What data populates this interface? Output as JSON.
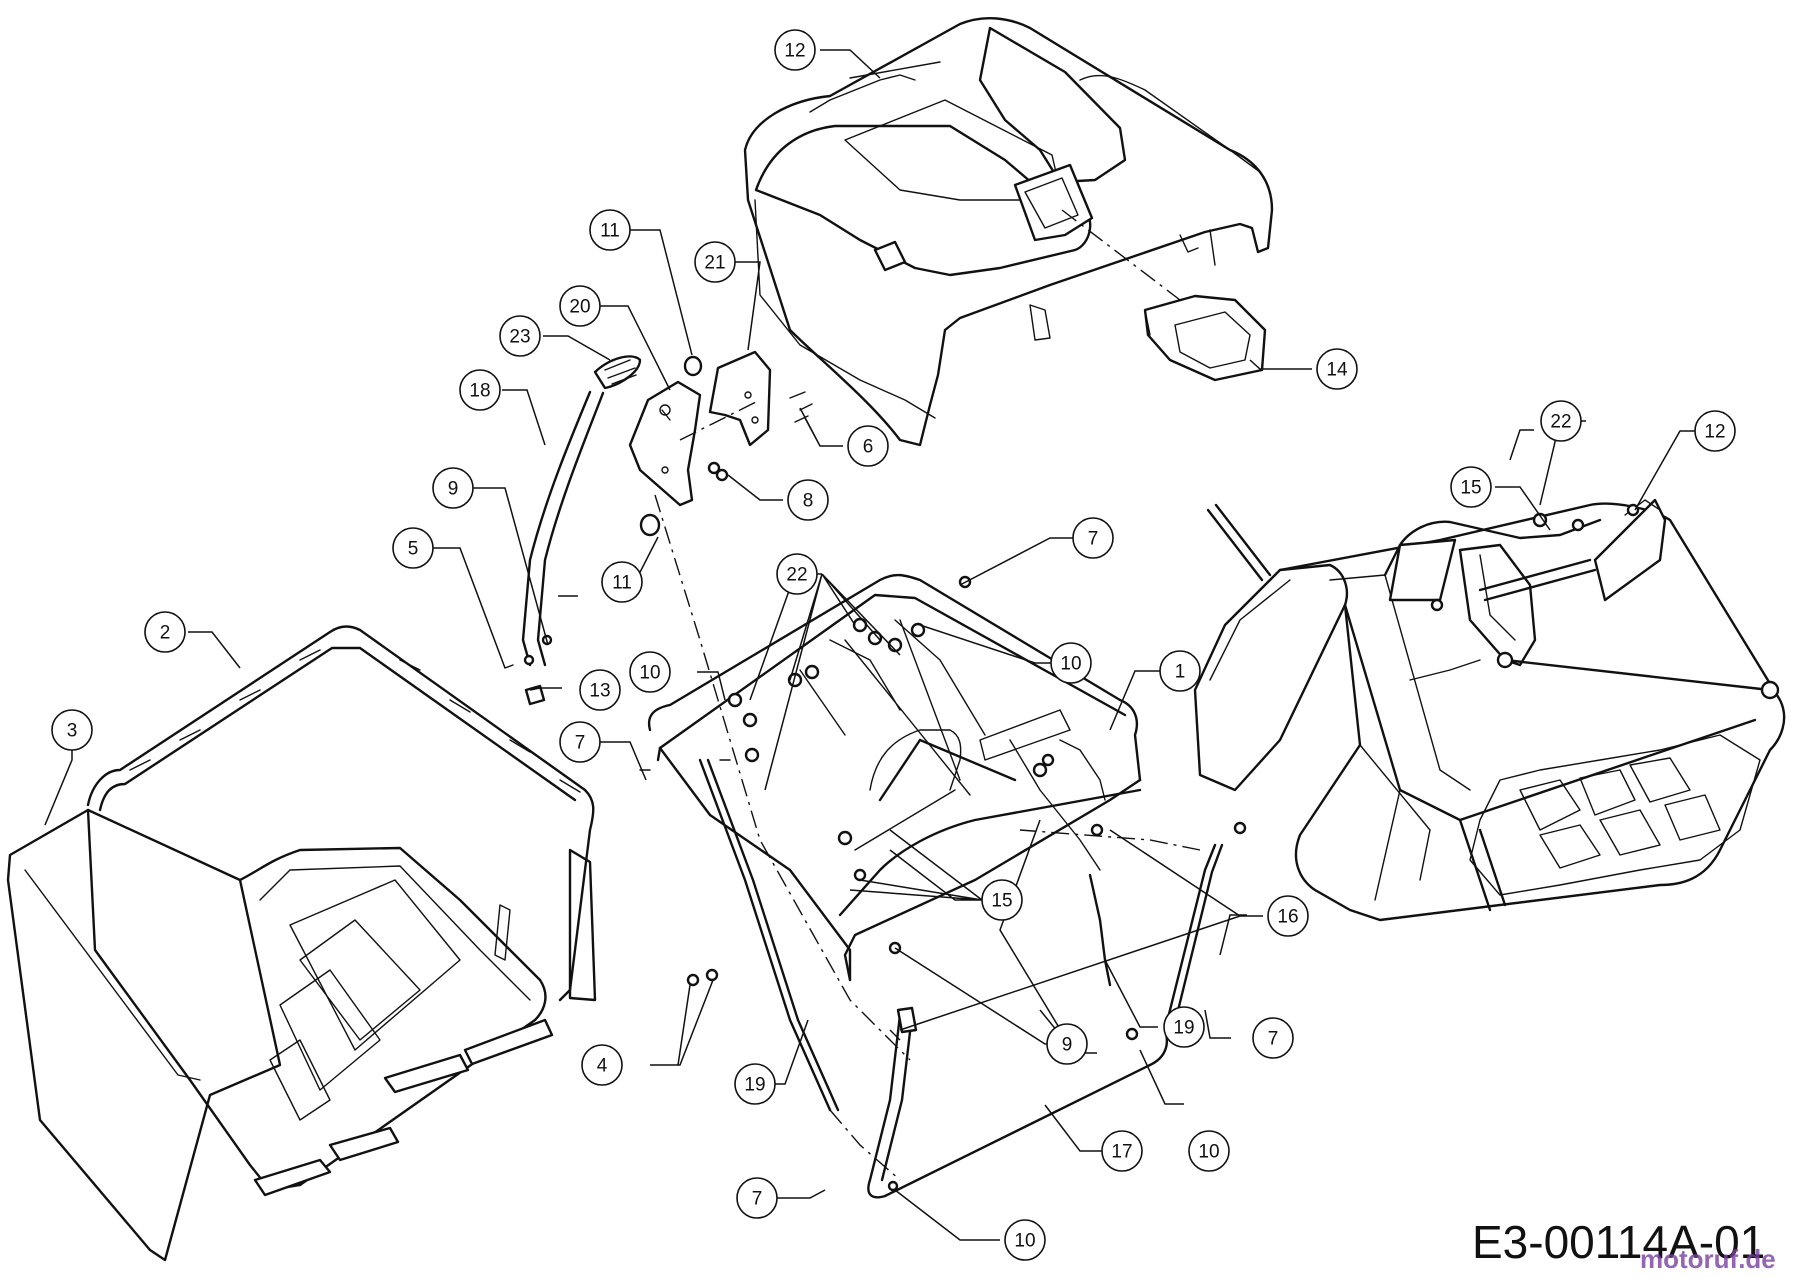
{
  "diagram_code": "E3-00114A-01",
  "watermark": "motoruf.de",
  "callouts": [
    "12",
    "11",
    "21",
    "20",
    "23",
    "18",
    "14",
    "6",
    "8",
    "9",
    "5",
    "11",
    "2",
    "13",
    "3",
    "7",
    "22",
    "10",
    "1",
    "15",
    "12",
    "22",
    "15",
    "7",
    "10",
    "4",
    "9",
    "19",
    "16",
    "7",
    "19",
    "10",
    "17",
    "7",
    "10"
  ]
}
